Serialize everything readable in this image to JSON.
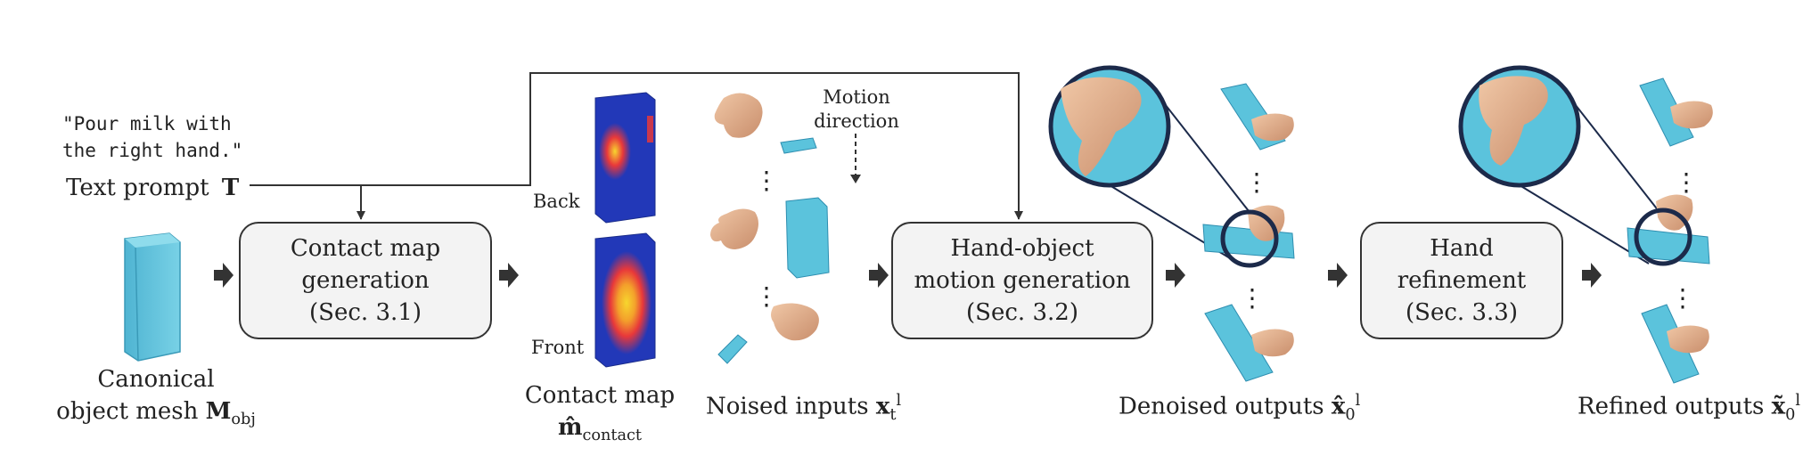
{
  "text_prompt": {
    "quote_line1": "\"Pour milk with",
    "quote_line2": "the right hand.\"",
    "label": "Text prompt",
    "symbol": "T"
  },
  "canonical": {
    "line1": "Canonical",
    "line2_text": "object mesh",
    "symbol": "M",
    "subscript": "obj"
  },
  "stages": [
    {
      "line1": "Contact map",
      "line2": "generation",
      "line3": "(Sec. 3.1)"
    },
    {
      "line1": "Hand-object",
      "line2": "motion generation",
      "line3": "(Sec. 3.2)"
    },
    {
      "line1": "Hand",
      "line2": "refinement",
      "line3": "(Sec. 3.3)"
    }
  ],
  "contact_map": {
    "back_label": "Back",
    "front_label": "Front",
    "caption": "Contact map",
    "symbol": "m̂",
    "subscript": "contact"
  },
  "noised": {
    "motion_line1": "Motion",
    "motion_line2": "direction",
    "dots": "⋮",
    "caption": "Noised inputs",
    "symbol": "x",
    "subscript": "t",
    "superscript": "l"
  },
  "denoised": {
    "caption": "Denoised outputs",
    "symbol": "x̂",
    "subscript": "0",
    "superscript": "l",
    "dots": "⋮"
  },
  "refined": {
    "caption": "Refined outputs",
    "symbol": "x̃",
    "subscript": "0",
    "superscript": "l",
    "dots": "⋮"
  },
  "colors": {
    "object_blue": "#5bc3dc",
    "object_dark": "#2e8eb0",
    "skin": "#e6b998",
    "skin_dark": "#c98e6c",
    "map_blue": "#2238b8",
    "heat_red": "#e8383a",
    "heat_yellow": "#f7d62e",
    "arrow": "#333333",
    "box_fill": "#f3f3f3"
  }
}
